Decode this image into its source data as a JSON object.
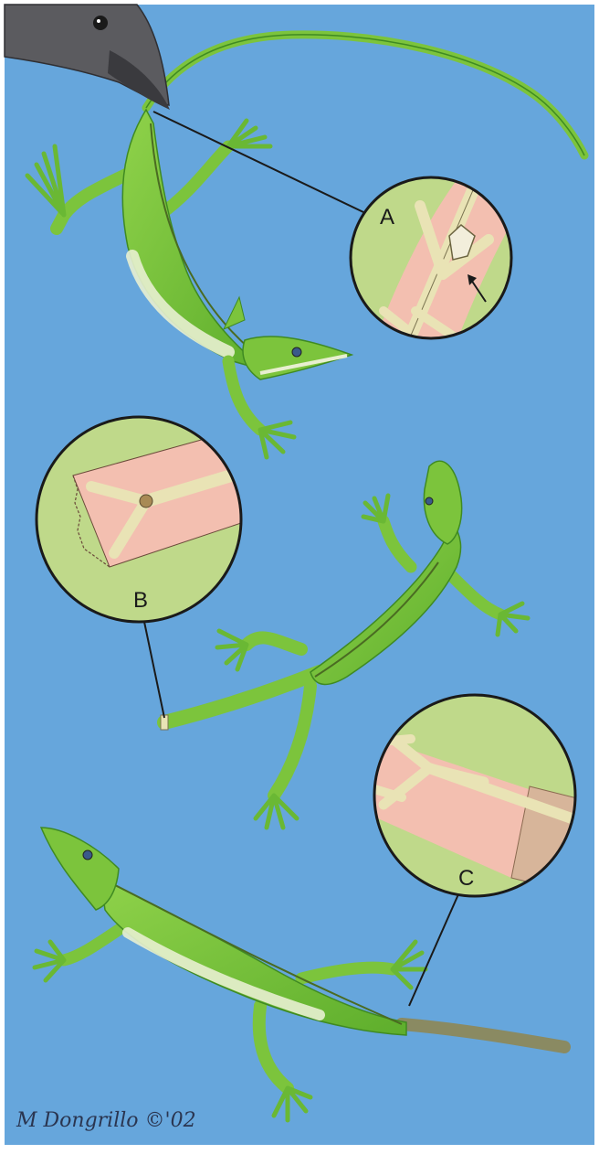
{
  "colors": {
    "background": "#66a6dc",
    "lizard_green": "#7cc43c",
    "lizard_dark": "#3f8a22",
    "lizard_belly": "#e8efd0",
    "inset_green": "#bfd98a",
    "inset_flesh": "#f3bfb0",
    "vertebra": "#e9e3b5",
    "regrown_tail": "#8a8a62",
    "bird_gray": "#5b5b5f"
  },
  "insets": {
    "a": {
      "label": "A"
    },
    "b": {
      "label": "B"
    },
    "c": {
      "label": "C"
    }
  },
  "signature": "M Dongrillo ©'02"
}
